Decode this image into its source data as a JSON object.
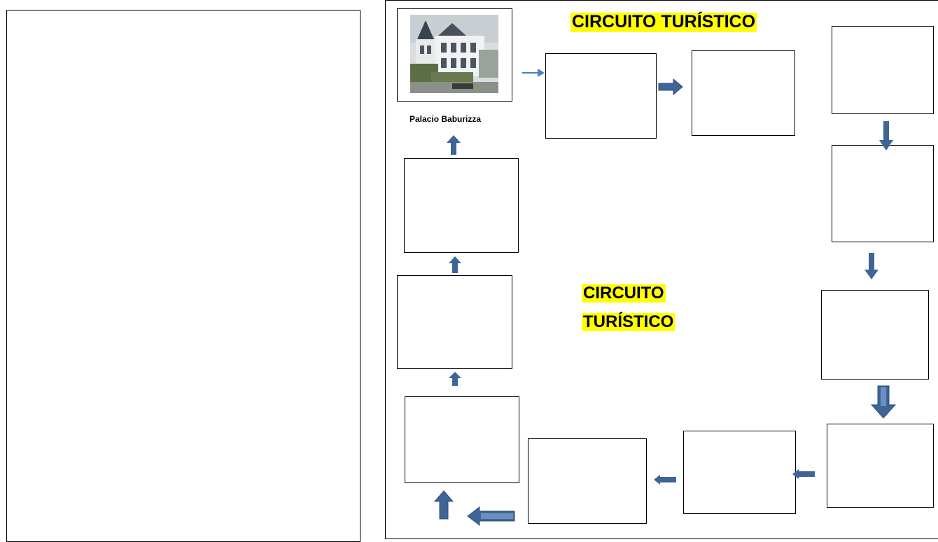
{
  "title_top": "CIRCUITO TURÍSTICO",
  "title_center_line1": "CIRCUITO",
  "title_center_line2": "TURÍSTICO",
  "start_caption": "Palacio Baburizza",
  "colors": {
    "highlight": "#ffff00",
    "arrow_fill": "#3f6597",
    "arrow_stroke": "#2f4f7a",
    "thin_arrow": "#4a7fc1"
  },
  "icons": {
    "photo": "palacio-baburizza-photo",
    "arrows": "block-arrow"
  }
}
